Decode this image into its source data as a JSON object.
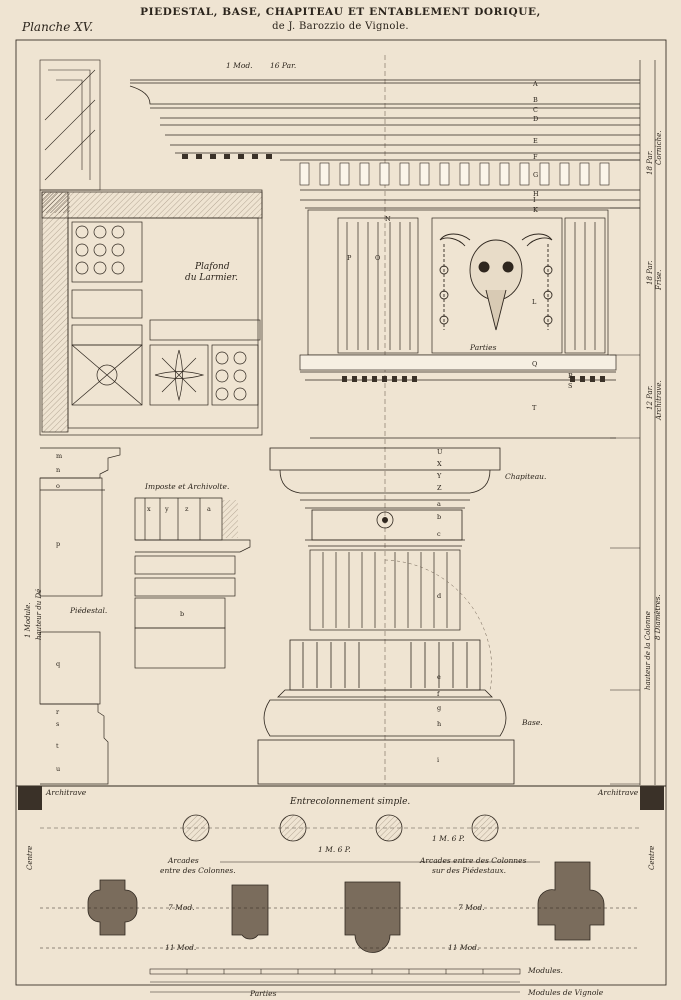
{
  "plate": {
    "title_line1": "PIEDESTAL, BASE, CHAPITEAU ET ENTABLEMENT DORIQUE,",
    "title_line2": "de J. Barozzio de Vignole.",
    "planche": "Planche XV."
  },
  "labels": {
    "plafond": "Plafond",
    "du_larmier": "du Larmier.",
    "imposte": "Imposte et Archivolte.",
    "piedestal": "Piédestal.",
    "chapiteau": "Chapiteau.",
    "base": "Base.",
    "entrecolonnement": "Entrecolonnement simple.",
    "arcades_colonnes_1": "Arcades",
    "arcades_colonnes_2": "entre des Colonnes.",
    "arcades_piedestaux_1": "Arcades entre des Colonnes",
    "arcades_piedestaux_2": "sur des Piédestaux.",
    "architrave_left": "Architrave",
    "architrave_right": "Architrave",
    "centre_left": "Centre",
    "centre_right": "Centre",
    "modules": "Modules.",
    "modules_vignole": "Modules de Vignole",
    "parties": "Parties",
    "hauteur_col_1": "hauteur de la Colonne",
    "hauteur_col_2": "8 Diamètres.",
    "hauteur_de": "hauteur du Dé",
    "un_module": "1 Module.",
    "corniche_1": "18 Par.",
    "corniche_2": "Corniche.",
    "frise_1": "18 Par.",
    "frise_2": "Frise.",
    "architrave_1": "12 Par.",
    "architrave_2": "Architrave.",
    "mod_top": "1 Mod.",
    "par_top": "16 Par.",
    "parties_frieze": "Parties",
    "med_left": "7 Mod.",
    "med_mid": "7 Mod.",
    "mod_bottom_left": "11 Mod.",
    "mod_bottom_right": "11 Mod.",
    "m5p_1": "1 M. 6 P.",
    "m5p_2": "1 M. 6 P."
  },
  "letters": {
    "right_column": [
      "A",
      "B",
      "C",
      "D",
      "E",
      "F",
      "G",
      "H",
      "I",
      "K"
    ],
    "capital": [
      "U",
      "X",
      "Y",
      "Z",
      "a",
      "b",
      "c"
    ],
    "base": [
      "d",
      "e",
      "f",
      "g",
      "h",
      "i"
    ],
    "imposte": [
      "x",
      "y",
      "z",
      "a",
      "b"
    ],
    "pedestal": [
      "m",
      "n",
      "o",
      "p",
      "q",
      "r",
      "s",
      "t",
      "u"
    ],
    "frieze": [
      "N",
      "O",
      "P",
      "L",
      "Q",
      "R",
      "S",
      "T"
    ]
  }
}
